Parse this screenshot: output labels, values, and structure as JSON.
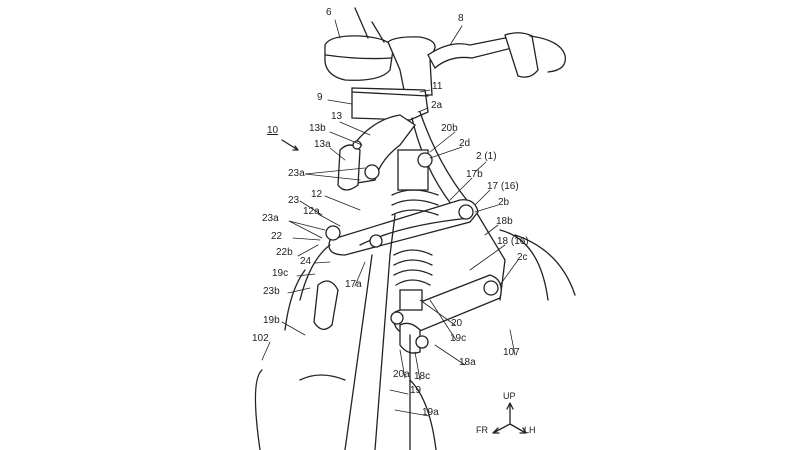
{
  "figure": {
    "ref_numerals": {
      "n6": "6",
      "n8": "8",
      "n11": "11",
      "n9": "9",
      "n2a": "2a",
      "n13": "13",
      "n10": "10",
      "n13b": "13b",
      "n13a": "13a",
      "n20b": "20b",
      "n2d": "2d",
      "n2_1": "2 (1)",
      "n23a_1": "23a",
      "n17b": "17b",
      "n17_16": "17 (16)",
      "n12": "12",
      "n23": "23",
      "n2b": "2b",
      "n12a": "12a",
      "n23a_2": "23a",
      "n18b": "18b",
      "n22": "22",
      "n18_16": "18 (16)",
      "n22b": "22b",
      "n2c": "2c",
      "n24": "24",
      "n17a": "17a",
      "n19c_1": "19c",
      "n23b": "23b",
      "n20": "20",
      "n19b": "19b",
      "n19c_2": "19c",
      "n102": "102",
      "n18a": "18a",
      "n107": "107",
      "n20a": "20a",
      "n18c": "18c",
      "n19": "19",
      "n19a": "19a"
    },
    "axes": {
      "up": "UP",
      "front": "FR",
      "left": "LH"
    }
  }
}
